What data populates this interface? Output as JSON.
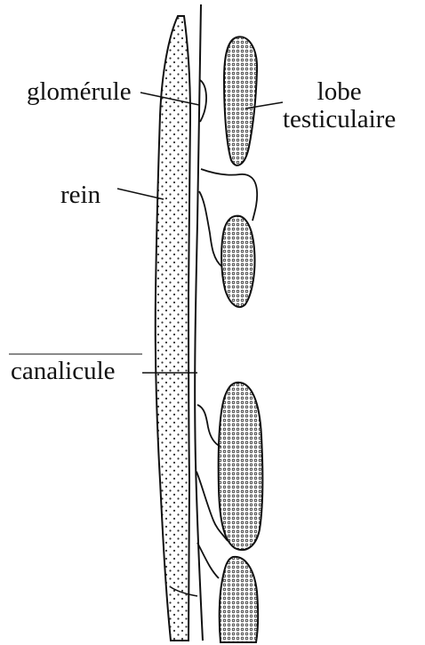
{
  "labels": {
    "glomerule": "glomérule",
    "lobe_line1": "lobe",
    "lobe_line2": "testiculaire",
    "rein": "rein",
    "canalicule": "canalicule"
  }
}
